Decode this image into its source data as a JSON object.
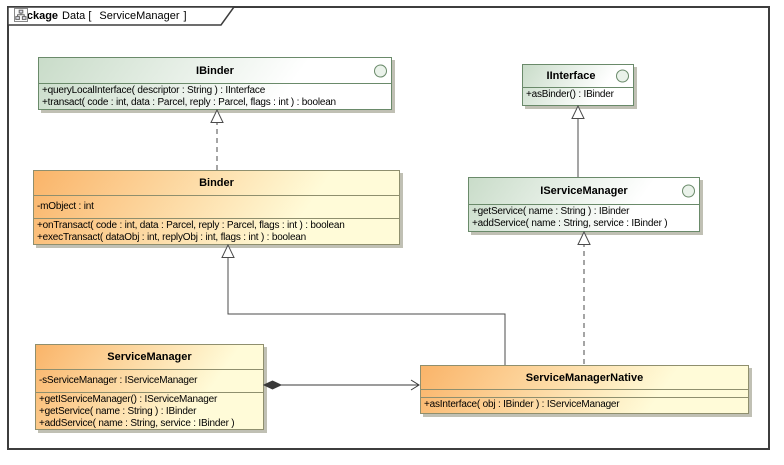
{
  "diagram": {
    "type": "uml_class_diagram",
    "tab": {
      "keyword": "package",
      "context": "Data [",
      "name": "ServiceManager",
      "close": "]"
    }
  },
  "classes": {
    "ibinder": {
      "name": "IBinder",
      "kind": "interface",
      "methods": [
        "+queryLocalInterface( descriptor : String ) : IInterface",
        "+transact( code : int, data : Parcel, reply : Parcel, flags : int ) : boolean"
      ]
    },
    "iinterface": {
      "name": "IInterface",
      "kind": "interface",
      "methods": [
        "+asBinder() : IBinder"
      ]
    },
    "binder": {
      "name": "Binder",
      "kind": "class",
      "attributes": [
        "-mObject : int"
      ],
      "methods": [
        "+onTransact( code : int, data : Parcel, reply : Parcel, flags : int ) : boolean",
        "+execTransact( dataObj : int, replyObj : int, flags : int ) : boolean"
      ]
    },
    "iservicemanager": {
      "name": "IServiceManager",
      "kind": "interface",
      "methods": [
        "+getService( name : String ) : IBinder",
        "+addService( name : String, service : IBinder )"
      ]
    },
    "servicemanager": {
      "name": "ServiceManager",
      "kind": "class",
      "attributes": [
        "-sServiceManager : IServiceManager"
      ],
      "methods": [
        "+getIServiceManager() : IServiceManager",
        "+getService( name : String ) : IBinder",
        "+addService( name : String, service : IBinder )"
      ]
    },
    "servicemanagernative": {
      "name": "ServiceManagerNative",
      "kind": "class",
      "methods": [
        "+asInterface( obj : IBinder ) : IServiceManager"
      ]
    }
  },
  "relationships": [
    {
      "type": "realization",
      "from": "Binder",
      "to": "IBinder"
    },
    {
      "type": "generalization",
      "from": "IServiceManager",
      "to": "IInterface"
    },
    {
      "type": "realization",
      "from": "ServiceManagerNative",
      "to": "IServiceManager"
    },
    {
      "type": "generalization",
      "from": "ServiceManagerNative",
      "to": "Binder"
    },
    {
      "type": "composition",
      "from": "ServiceManager",
      "to": "ServiceManagerNative"
    }
  ],
  "colors": {
    "line": "#4b4b4b",
    "interface-border": "#6a8a6a",
    "class-border": "#8f8f6e",
    "interface-fill-start": "#c9dcc9",
    "interface-fill-end": "#ffffff",
    "class-fill-start": "#fab469",
    "class-fill-end": "#fffbd8",
    "frame-border": "#3d3d3d"
  }
}
